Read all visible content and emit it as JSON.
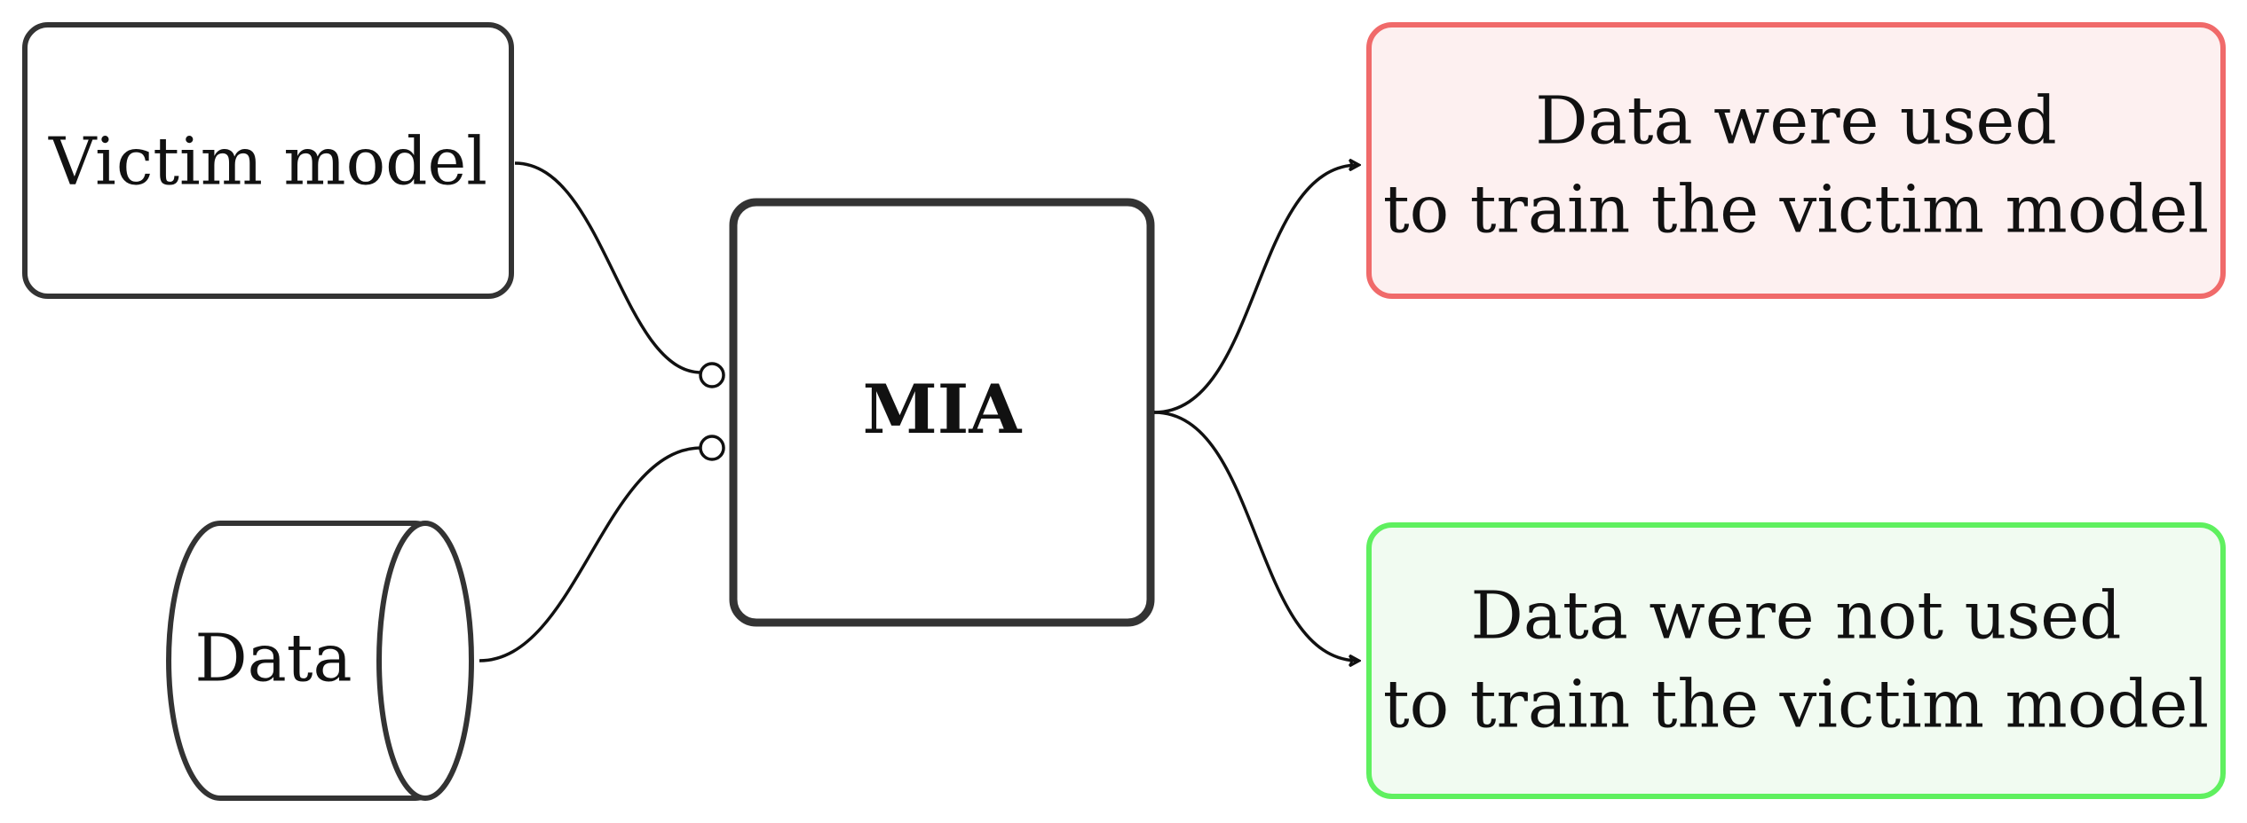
{
  "nodes": {
    "victim_model": {
      "label": "Victim model"
    },
    "data_store": {
      "label": "Data"
    },
    "mia": {
      "label": "MIA"
    },
    "result_used": {
      "line1": "Data were used",
      "line2": "to train the victim model",
      "stroke": "#f06a6a",
      "fill": "#fdf0f0"
    },
    "result_not_used": {
      "line1": "Data were not used",
      "line2": "to train the victim model",
      "stroke": "#5ff05f",
      "fill": "#f1fbf1"
    }
  },
  "colors": {
    "box_stroke": "#333333",
    "edge": "#111111",
    "background": "#ffffff"
  }
}
